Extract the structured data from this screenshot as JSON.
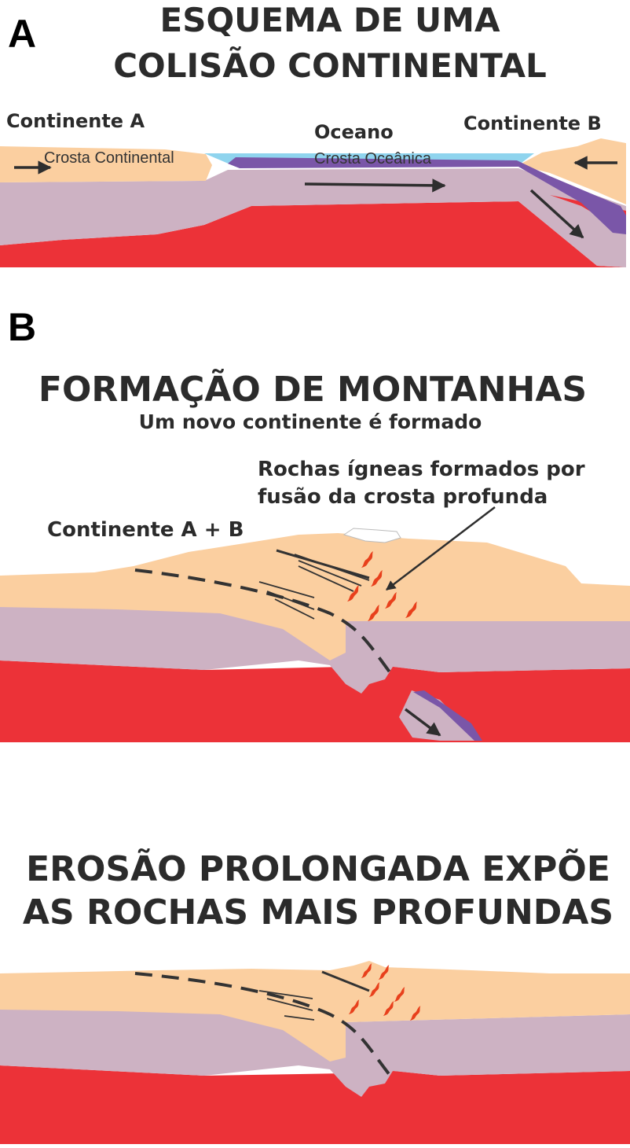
{
  "panel_a": {
    "letter": "A",
    "title_line1": "ESQUEMA DE UMA",
    "title_line2": "COLISÃO CONTINENTAL",
    "label_continent_a": "Continente A",
    "label_continental_crust": "Crosta Continental",
    "label_ocean": "Oceano",
    "label_oceanic_crust": "Crosta Oceânica",
    "label_continent_b": "Continente B"
  },
  "panel_b": {
    "letter": "B",
    "title": "FORMAÇÃO DE MONTANHAS",
    "subtitle": "Um novo continente é formado",
    "annotation_line1": "Rochas ígneas formados por",
    "annotation_line2": "fusão da crosta profunda",
    "label_continent_ab": "Continente A + B"
  },
  "panel_c": {
    "title_line1": "EROSÃO PROLONGADA EXPÕE",
    "title_line2": "AS ROCHAS MAIS PROFUNDAS"
  },
  "colors": {
    "continental_crust": "#fbcfa0",
    "lithosphere": "#cdb2c3",
    "asthenosphere": "#ec3238",
    "ocean": "#8fd4ee",
    "oceanic_crust": "#7a56a8",
    "magma": "#e8401c",
    "arrow": "#2e2e2e"
  }
}
